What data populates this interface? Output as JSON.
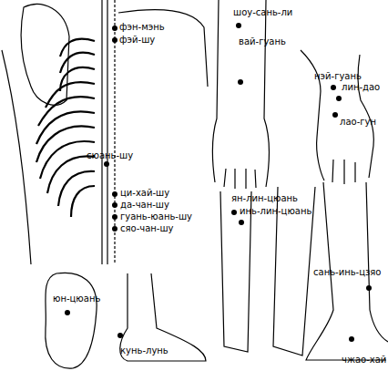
{
  "diagram": {
    "labels": [
      "фэн-мэнь",
      "фэй-шу",
      "сюань-шу",
      "ци-хай-шу",
      "да-чан-шу",
      "гуань-юань-шу",
      "сяо-чан-шу",
      "шоу-сань-ли",
      "вай-гуань",
      "нэй-гуань",
      "лин-дао",
      "лао-гун",
      "ян-лин-цюань",
      "инь-лин-цюань",
      "сань-инь-цзяо",
      "чжао-хай",
      "юн-цюань",
      "кунь-лунь"
    ]
  }
}
